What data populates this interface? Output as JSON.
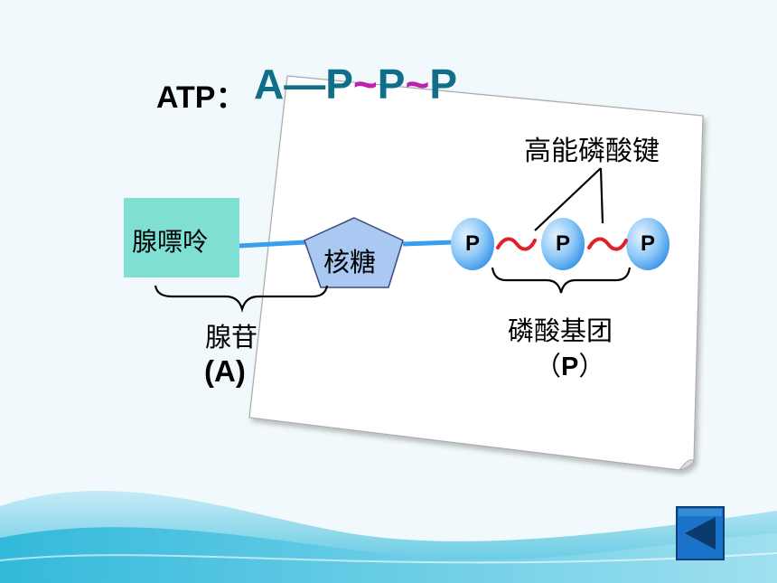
{
  "formula": {
    "prefix": "ATP：",
    "parts": [
      "A—P",
      "~",
      "P",
      "~",
      "P"
    ]
  },
  "labels": {
    "high_energy_bond": "高能磷酸键",
    "adenine": "腺嘌呤",
    "ribose": "核糖",
    "adenosine": "腺苷",
    "adenosine_abbr": "(A)",
    "phosphate_group": "磷酸基团",
    "phosphate_abbr_open": "（",
    "phosphate_abbr_letter": "P",
    "phosphate_abbr_close": "）"
  },
  "phosphates": [
    "P",
    "P",
    "P"
  ],
  "bonds": [
    "~",
    "~"
  ],
  "colors": {
    "adenine_box": "#7fdfd3",
    "ribose": "#a9c9f2",
    "phosphate": "#3399ee",
    "link_line": "#3a9ef0",
    "tilde": "#e0202a",
    "formula": "#0f6f88",
    "formula_tilde": "#c020b0"
  },
  "icons": {
    "back_button": "triangle-left-icon"
  }
}
